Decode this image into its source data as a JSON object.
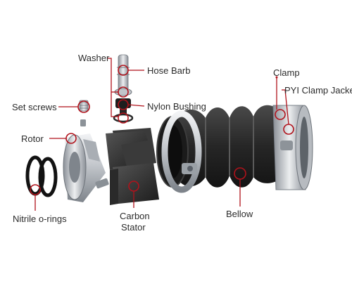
{
  "labels": {
    "washer": "Washer",
    "hose_barb": "Hose Barb",
    "set_screws": "Set screws",
    "nylon_bushing": "Nylon Bushing",
    "clamp": "Clamp",
    "pyi_clamp_jacket": "PYI Clamp Jacket",
    "rotor": "Rotor",
    "nitrile_orings": "Nitrile o-rings",
    "carbon": "Carbon",
    "stator": "Stator",
    "bellow": "Bellow"
  },
  "colors": {
    "callout": "#b1121b",
    "text": "#2b2b2b",
    "rubber": "#2a2a2a",
    "steel": "#c9ccd0"
  }
}
